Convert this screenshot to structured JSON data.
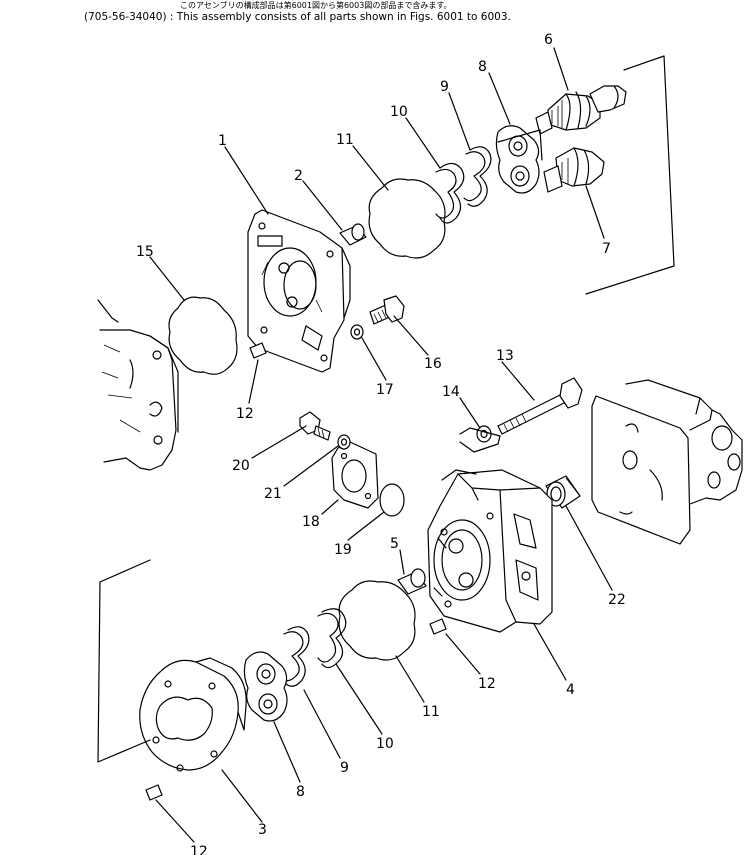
{
  "header": {
    "note_jp": "このアセンブリの構成部品は第6001図から第6003図の部品まで含みます。",
    "note_en": "(705-56-34040) : This assembly consists of all parts shown in Figs. 6001 to 6003."
  },
  "callouts": [
    {
      "id": "c1",
      "label": "1"
    },
    {
      "id": "c2",
      "label": "2"
    },
    {
      "id": "c3",
      "label": "3"
    },
    {
      "id": "c4",
      "label": "4"
    },
    {
      "id": "c5",
      "label": "5"
    },
    {
      "id": "c6",
      "label": "6"
    },
    {
      "id": "c7",
      "label": "7"
    },
    {
      "id": "c8a",
      "label": "8"
    },
    {
      "id": "c8b",
      "label": "8"
    },
    {
      "id": "c9a",
      "label": "9"
    },
    {
      "id": "c9b",
      "label": "9"
    },
    {
      "id": "c10a",
      "label": "10"
    },
    {
      "id": "c10b",
      "label": "10"
    },
    {
      "id": "c11a",
      "label": "11"
    },
    {
      "id": "c11b",
      "label": "11"
    },
    {
      "id": "c12a",
      "label": "12"
    },
    {
      "id": "c12b",
      "label": "12"
    },
    {
      "id": "c12c",
      "label": "12"
    },
    {
      "id": "c13",
      "label": "13"
    },
    {
      "id": "c14",
      "label": "14"
    },
    {
      "id": "c15",
      "label": "15"
    },
    {
      "id": "c16",
      "label": "16"
    },
    {
      "id": "c17",
      "label": "17"
    },
    {
      "id": "c18",
      "label": "18"
    },
    {
      "id": "c19",
      "label": "19"
    },
    {
      "id": "c20",
      "label": "20"
    },
    {
      "id": "c21",
      "label": "21"
    },
    {
      "id": "c22",
      "label": "22"
    }
  ]
}
